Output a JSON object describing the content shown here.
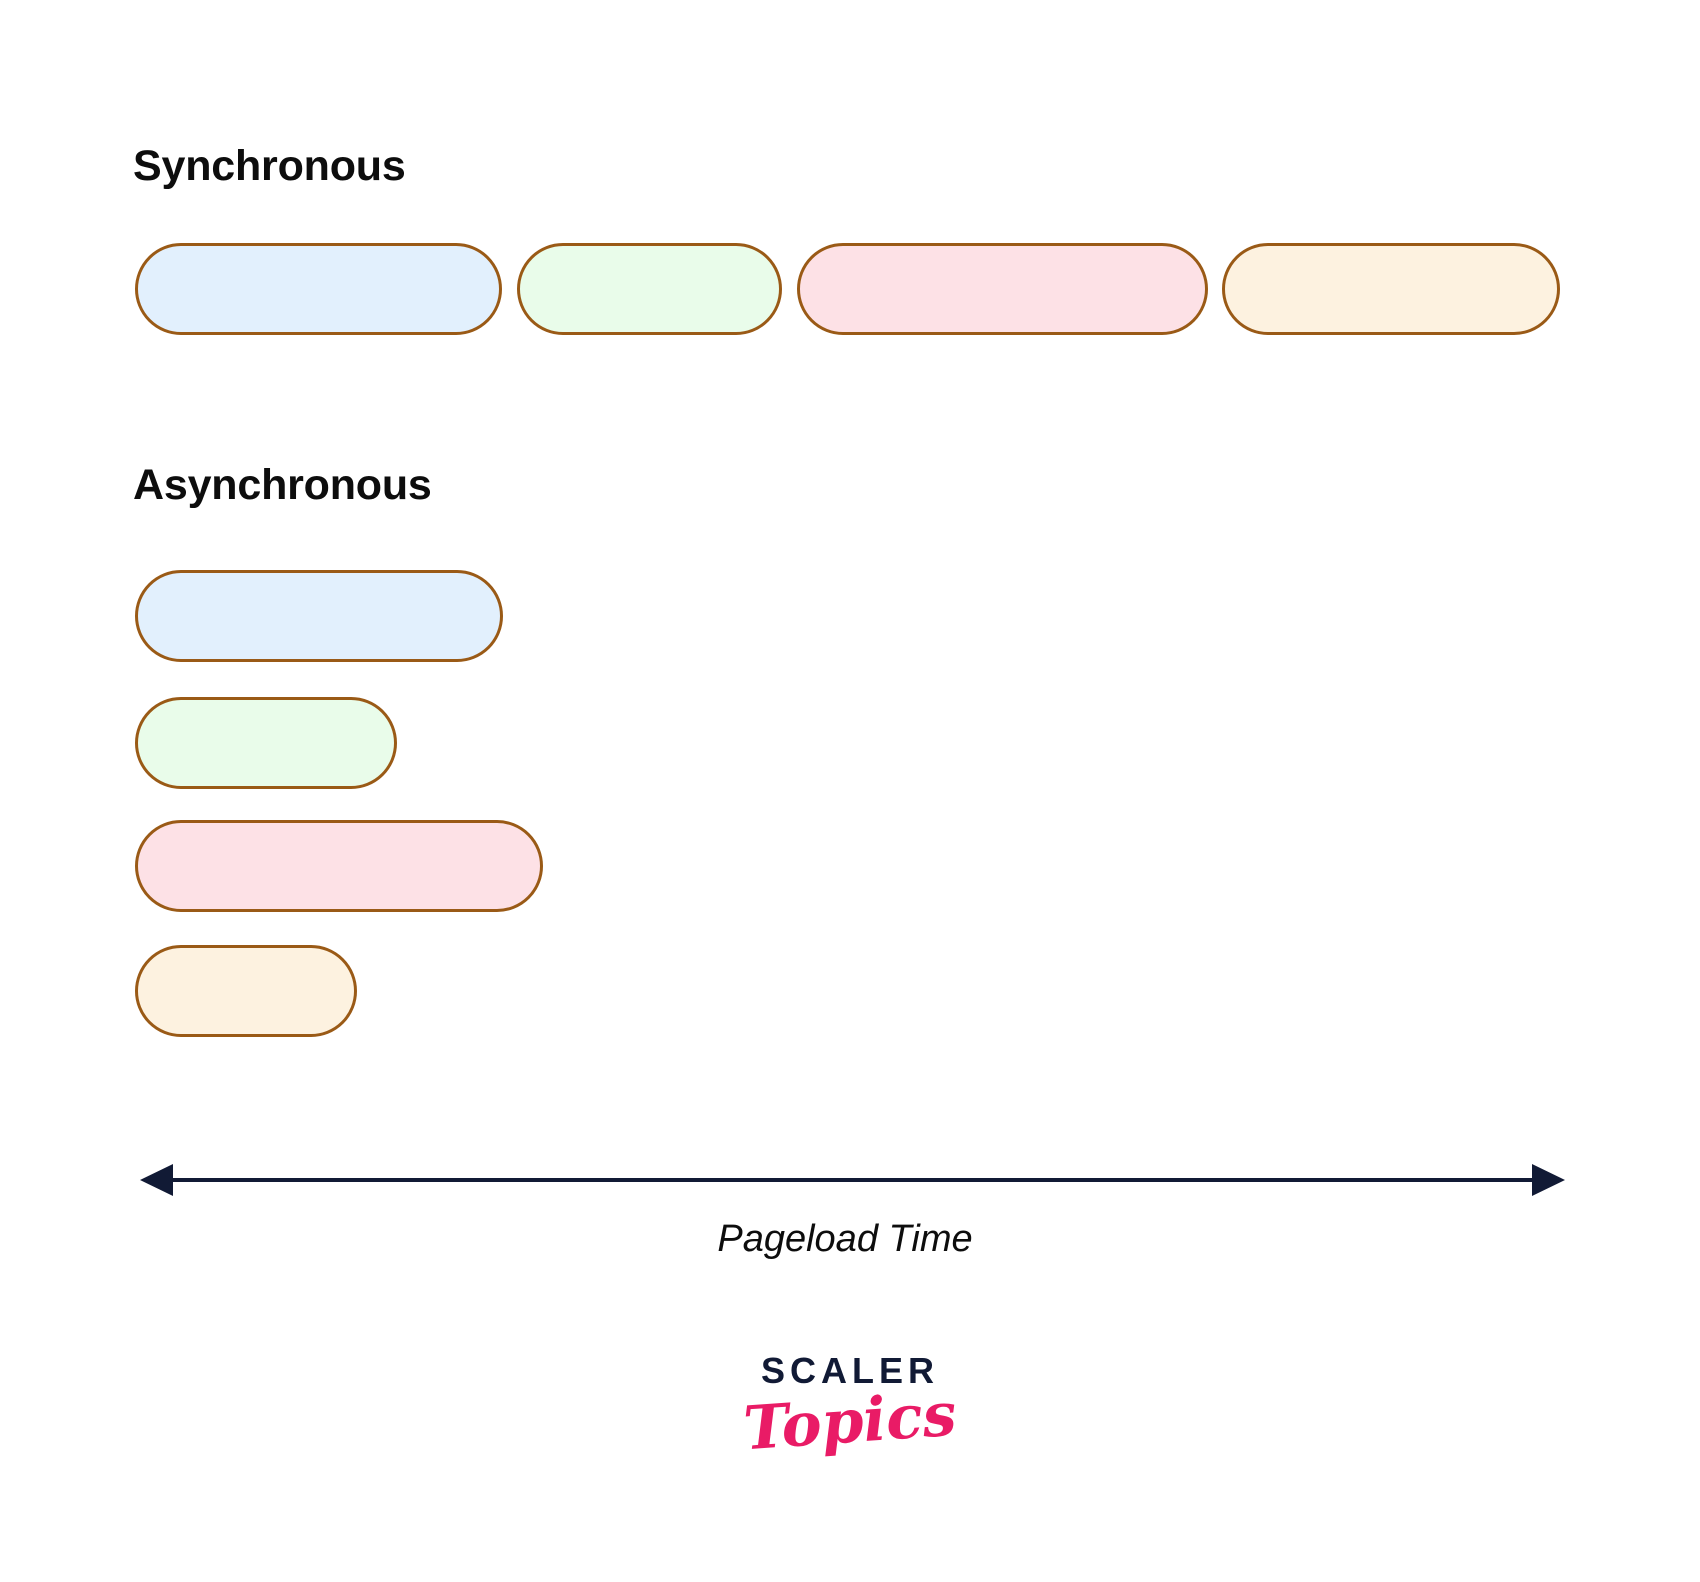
{
  "diagram": {
    "title_sync": "Synchronous",
    "title_async": "Asynchronous",
    "axis_label": "Pageload Time"
  },
  "brand": {
    "name_top": "SCALER",
    "name_bottom": "Topics",
    "color_top": "#111a35",
    "color_bottom": "#e91b66"
  },
  "colors": {
    "bar_border": "#9a5a16",
    "blue_fill": "#e2f0fd",
    "green_fill": "#e9fcea",
    "pink_fill": "#fde1e6",
    "cream_fill": "#fdf2e0",
    "axis": "#111a35",
    "text": "#0d0d0d"
  },
  "chart_data": {
    "type": "bar",
    "title": "Synchronous vs Asynchronous pageload timeline",
    "xlabel": "Pageload Time",
    "ylabel": "",
    "grid": false,
    "legend": "none",
    "orientation": "horizontal",
    "axis_arrow": "double-headed",
    "series": [
      {
        "name": "Synchronous",
        "layout": "sequential",
        "tasks": [
          {
            "id": "task-1",
            "color": "#e2f0fd",
            "start": 0,
            "duration": 26,
            "end": 26
          },
          {
            "id": "task-2",
            "color": "#e9fcea",
            "start": 27,
            "duration": 19,
            "end": 46
          },
          {
            "id": "task-3",
            "color": "#fde1e6",
            "start": 47,
            "duration": 29,
            "end": 76
          },
          {
            "id": "task-4",
            "color": "#fdf2e0",
            "start": 77,
            "duration": 24,
            "end": 101
          }
        ]
      },
      {
        "name": "Asynchronous",
        "layout": "parallel",
        "tasks": [
          {
            "id": "task-1",
            "color": "#e2f0fd",
            "start": 0,
            "duration": 26,
            "end": 26
          },
          {
            "id": "task-2",
            "color": "#e9fcea",
            "start": 0,
            "duration": 19,
            "end": 19
          },
          {
            "id": "task-3",
            "color": "#fde1e6",
            "start": 0,
            "duration": 29,
            "end": 29
          },
          {
            "id": "task-4",
            "color": "#fdf2e0",
            "start": 0,
            "duration": 16,
            "end": 16
          }
        ]
      }
    ]
  }
}
